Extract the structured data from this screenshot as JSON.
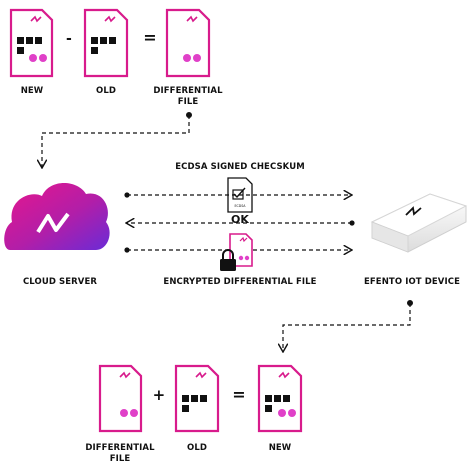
{
  "labels": {
    "top_new": "NEW",
    "top_minus": "-",
    "top_old": "OLD",
    "top_equals": "=",
    "top_diff_line1": "DIFFERENTIAL",
    "top_diff_line2": "FILE",
    "checksum": "ECDSA SIGNED CHECSKUM",
    "ok": "OK",
    "cloud": "CLOUD SERVER",
    "encrypted": "ENCRYPTED DIFFERENTIAL FILE",
    "device": "EFENTO IOT DEVICE",
    "bottom_diff_line1": "DIFFERENTIAL",
    "bottom_diff_line2": "FILE",
    "bottom_plus": "+",
    "bottom_old": "OLD",
    "bottom_equals": "=",
    "bottom_new": "NEW",
    "checksum_doc_text": "ECDSA"
  },
  "colors": {
    "magenta": "#d81b8c",
    "purple": "#7b2bd0",
    "ink": "#111111",
    "dot": "#e040c8"
  },
  "icons": [
    "document-icon",
    "cloud-server-icon",
    "checksum-document-icon",
    "padlock-icon",
    "iot-device-icon",
    "arrow-icon"
  ]
}
